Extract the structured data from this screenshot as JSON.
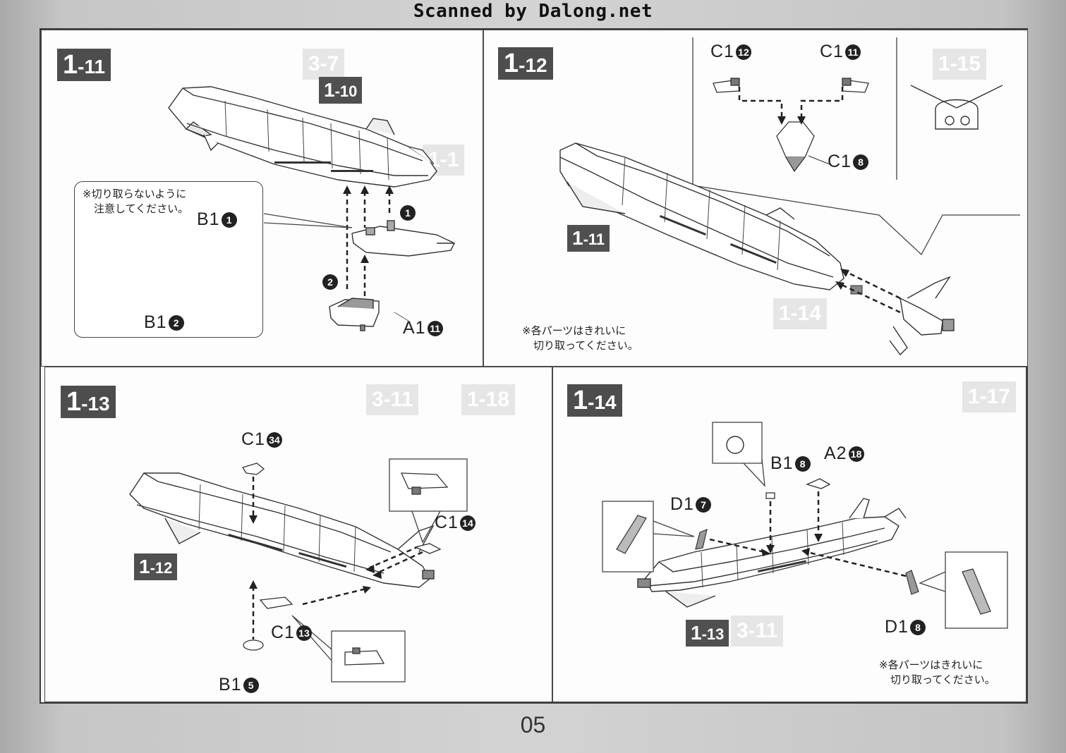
{
  "header": {
    "watermark": "Scanned by Dalong.net"
  },
  "page_number": "05",
  "panels": {
    "p1": {
      "step_main": "1",
      "step_sub": "-11",
      "callout_main": "1",
      "callout_sub": "-10",
      "inset_note_line1": "※切り取らないように",
      "inset_note_line2": "注意してください。",
      "label_b1_1": "B1",
      "label_b1_1_num": "1",
      "label_b1_2": "B1",
      "label_b1_2_num": "2",
      "label_a1_11": "A1",
      "label_a1_11_num": "11",
      "order_1": "1",
      "order_2": "2"
    },
    "p2": {
      "step_main": "1",
      "step_sub": "-12",
      "callout_main": "1",
      "callout_sub": "-11",
      "label_c1_12": "C1",
      "label_c1_12_num": "12",
      "label_c1_11": "C1",
      "label_c1_11_num": "11",
      "label_c1_8": "C1",
      "label_c1_8_num": "8",
      "note_line1": "※各パーツはきれいに",
      "note_line2": "切り取ってください。"
    },
    "p3": {
      "step_main": "1",
      "step_sub": "-13",
      "callout_main": "1",
      "callout_sub": "-12",
      "label_c1_34": "C1",
      "label_c1_34_num": "34",
      "label_c1_14": "C1",
      "label_c1_14_num": "14",
      "label_c1_13": "C1",
      "label_c1_13_num": "13",
      "label_b1_5": "B1",
      "label_b1_5_num": "5"
    },
    "p4": {
      "step_main": "1",
      "step_sub": "-14",
      "callout_main": "1",
      "callout_sub": "-13",
      "label_b1_8": "B1",
      "label_b1_8_num": "8",
      "label_a2_18": "A2",
      "label_a2_18_num": "18",
      "label_d1_7": "D1",
      "label_d1_7_num": "7",
      "label_d1_8": "D1",
      "label_d1_8_num": "8",
      "note_line1": "※各パーツはきれいに",
      "note_line2": "切り取ってください。"
    }
  }
}
